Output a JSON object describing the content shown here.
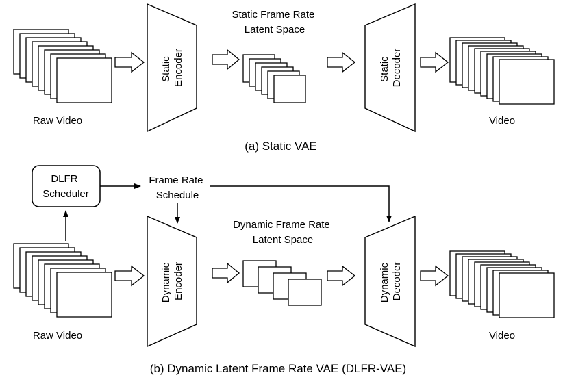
{
  "static_vae": {
    "input_label": "Raw Video",
    "encoder": [
      "Static",
      "Encoder"
    ],
    "latent_label": [
      "Static Frame Rate",
      "Latent Space"
    ],
    "decoder": [
      "Static",
      "Decoder"
    ],
    "output_label": "Video",
    "caption": "(a) Static VAE"
  },
  "dynamic_vae": {
    "input_label": "Raw Video",
    "scheduler": [
      "DLFR",
      "Scheduler"
    ],
    "schedule_label": [
      "Frame Rate",
      "Schedule"
    ],
    "encoder": [
      "Dynamic",
      "Encoder"
    ],
    "latent_label": [
      "Dynamic Frame Rate",
      "Latent Space"
    ],
    "decoder": [
      "Dynamic",
      "Decoder"
    ],
    "output_label": "Video",
    "caption": "(b) Dynamic Latent Frame Rate VAE (DLFR-VAE)"
  }
}
